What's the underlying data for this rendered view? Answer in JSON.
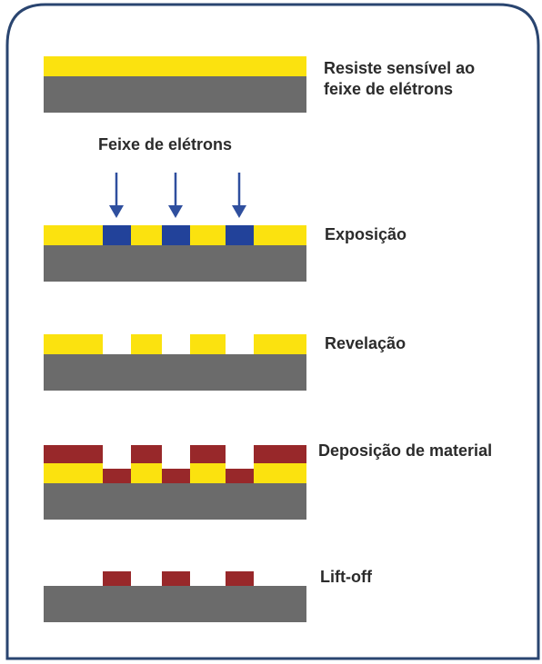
{
  "colors": {
    "resist": "#fbe20f",
    "substrate": "#6b6b6b",
    "exposed": "#22429a",
    "metal": "#98282a",
    "arrow": "#2f4f9e",
    "frame": "#2a4570"
  },
  "steps": {
    "resist": {
      "line1": "Resiste sensível ao",
      "line2": "feixe de elétrons"
    },
    "beam": {
      "label": "Feixe de elétrons"
    },
    "exposure": {
      "label": "Exposição"
    },
    "development": {
      "label": "Revelação"
    },
    "deposition": {
      "label": "Deposição de material"
    },
    "liftoff": {
      "label": "Lift-off"
    }
  }
}
